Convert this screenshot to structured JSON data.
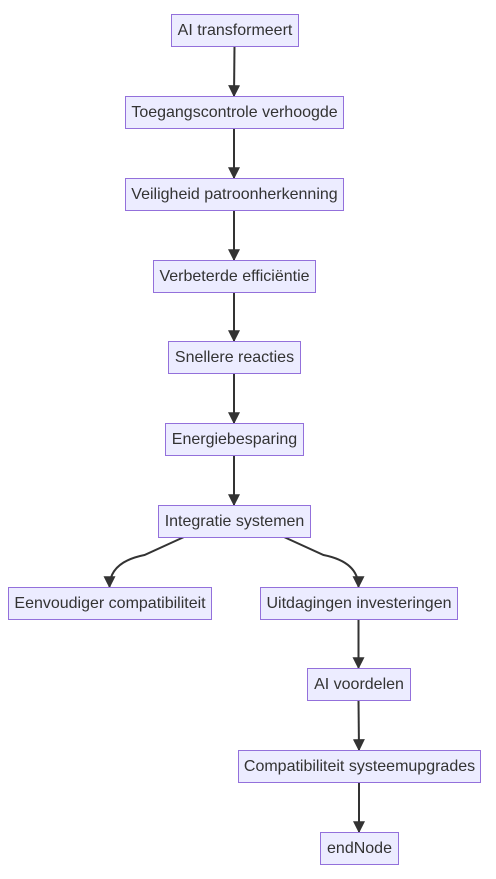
{
  "diagram": {
    "type": "flowchart",
    "direction": "top-down",
    "nodes": [
      {
        "id": "n1",
        "label": "AI transformeert"
      },
      {
        "id": "n2",
        "label": "Toegangscontrole verhoogde"
      },
      {
        "id": "n3",
        "label": "Veiligheid patroonherkenning"
      },
      {
        "id": "n4",
        "label": "Verbeterde efficiëntie"
      },
      {
        "id": "n5",
        "label": "Snellere reacties"
      },
      {
        "id": "n6",
        "label": "Energiebesparing"
      },
      {
        "id": "n7",
        "label": "Integratie systemen"
      },
      {
        "id": "n8",
        "label": "Eenvoudiger compatibiliteit"
      },
      {
        "id": "n9",
        "label": "Uitdagingen investeringen"
      },
      {
        "id": "n10",
        "label": "AI voordelen"
      },
      {
        "id": "n11",
        "label": "Compatibiliteit systeemupgrades"
      },
      {
        "id": "n12",
        "label": "endNode"
      }
    ],
    "edges": [
      {
        "from": "n1",
        "to": "n2"
      },
      {
        "from": "n2",
        "to": "n3"
      },
      {
        "from": "n3",
        "to": "n4"
      },
      {
        "from": "n4",
        "to": "n5"
      },
      {
        "from": "n5",
        "to": "n6"
      },
      {
        "from": "n6",
        "to": "n7"
      },
      {
        "from": "n7",
        "to": "n8"
      },
      {
        "from": "n7",
        "to": "n9"
      },
      {
        "from": "n9",
        "to": "n10"
      },
      {
        "from": "n10",
        "to": "n11"
      },
      {
        "from": "n11",
        "to": "n12"
      }
    ],
    "colors": {
      "node_fill": "#ECECFF",
      "node_border": "#9370DB",
      "text": "#333333",
      "edge": "#333333"
    }
  }
}
